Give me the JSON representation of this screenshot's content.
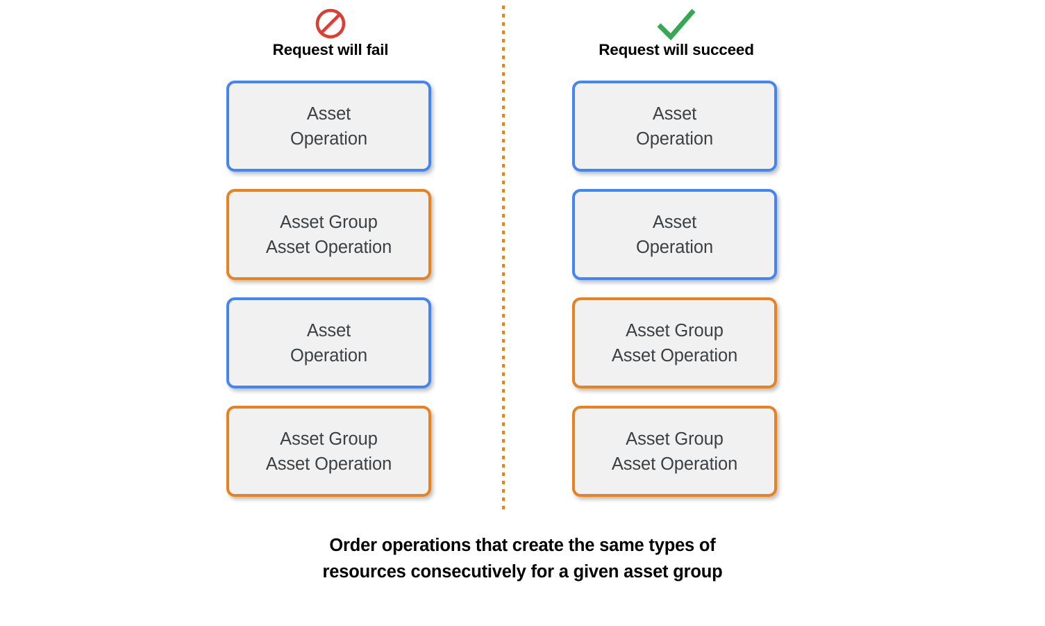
{
  "diagram": {
    "caption": {
      "line1": "Order operations that create the same types of",
      "line2": "resources consecutively for a given asset group"
    },
    "divider": {
      "style": "dotted-vertical",
      "color": "#e8821e"
    },
    "colors": {
      "blue": "#4285f4",
      "orange": "#e8821e",
      "card_fill": "#f1f1f1",
      "card_text": "#3c4043",
      "fail_icon": "#db3f33",
      "succeed_icon": "#34a853",
      "background": "#ffffff",
      "title_text": "#000000"
    },
    "columns": [
      {
        "id": "fail",
        "icon": "prohibited-icon",
        "icon_color": "#db3f33",
        "title": "Request will fail",
        "cards": [
          {
            "accent": "blue",
            "lines": [
              "Asset",
              "Operation"
            ]
          },
          {
            "accent": "orange",
            "lines": [
              "Asset Group",
              "Asset Operation"
            ]
          },
          {
            "accent": "blue",
            "lines": [
              "Asset",
              "Operation"
            ]
          },
          {
            "accent": "orange",
            "lines": [
              "Asset Group",
              "Asset Operation"
            ]
          }
        ]
      },
      {
        "id": "succeed",
        "icon": "check-icon",
        "icon_color": "#34a853",
        "title": "Request will succeed",
        "cards": [
          {
            "accent": "blue",
            "lines": [
              "Asset",
              "Operation"
            ]
          },
          {
            "accent": "blue",
            "lines": [
              "Asset",
              "Operation"
            ]
          },
          {
            "accent": "orange",
            "lines": [
              "Asset Group",
              "Asset Operation"
            ]
          },
          {
            "accent": "orange",
            "lines": [
              "Asset Group",
              "Asset Operation"
            ]
          }
        ]
      }
    ]
  }
}
